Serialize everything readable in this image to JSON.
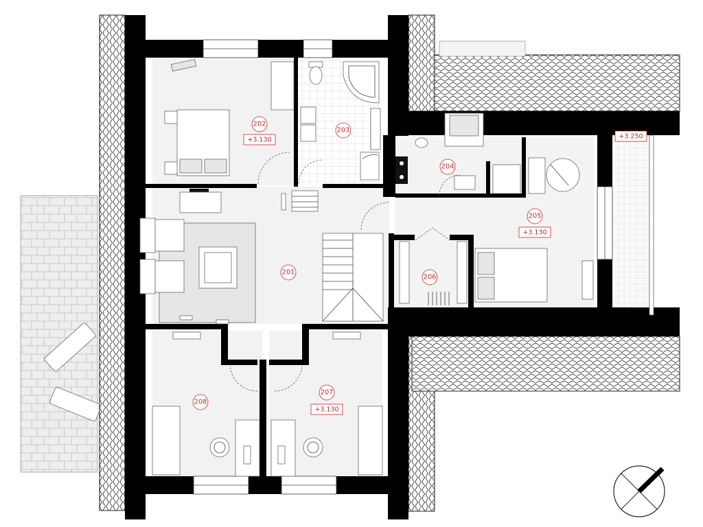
{
  "rooms": [
    {
      "id": "201",
      "label": "201"
    },
    {
      "id": "202",
      "label": "202"
    },
    {
      "id": "203",
      "label": "203"
    },
    {
      "id": "204",
      "label": "204"
    },
    {
      "id": "205",
      "label": "205"
    },
    {
      "id": "206",
      "label": "206"
    },
    {
      "id": "207",
      "label": "207"
    },
    {
      "id": "208",
      "label": "208"
    }
  ],
  "levels": {
    "l202": "+3.130",
    "l205": "+3.130",
    "l207": "+3.130",
    "balcony": "+3.250"
  },
  "colors": {
    "wall": "#000000",
    "floor": "#f2f2f2",
    "label": "#c62828",
    "roof_tile": "#d9d9d9",
    "terrace": "#e8e8e8"
  },
  "icons": [
    "compass-north-icon",
    "stove-icon",
    "bathtub-icon",
    "toilet-icon",
    "stair-icon",
    "bed-icon",
    "desk-chair-icon",
    "sun-lounger-icon"
  ]
}
